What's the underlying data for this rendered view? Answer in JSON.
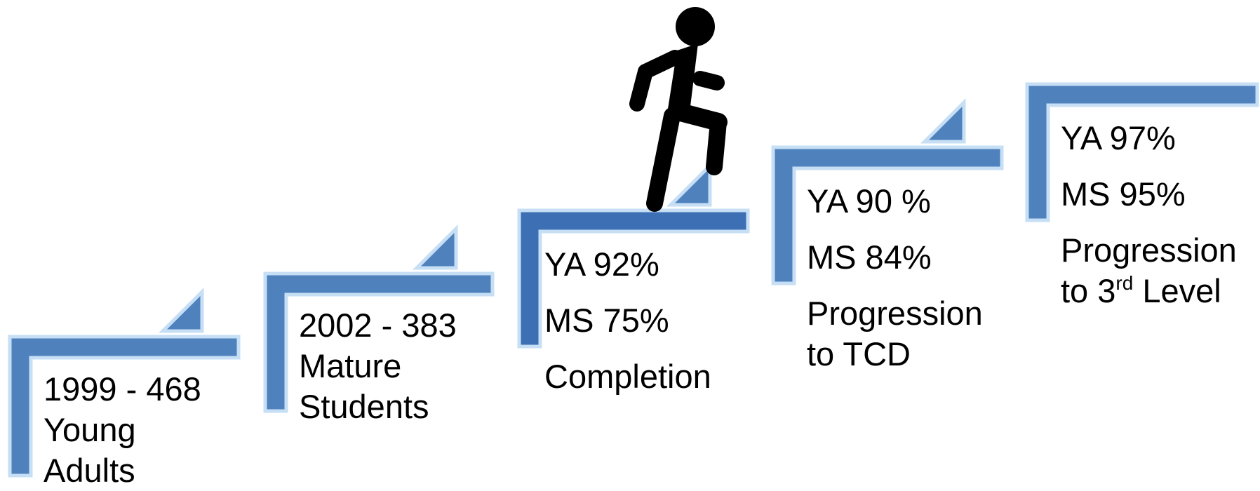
{
  "colors": {
    "step_fill": "#4f81bd",
    "step_highlight": "#3d6fb4",
    "step_outline": "#c6dff5",
    "figure": "#000000",
    "text": "#000000"
  },
  "figure_icon": "person-climbing-stairs-icon",
  "steps": [
    {
      "lines": [
        "1999  - 468",
        "Young",
        "Adults"
      ]
    },
    {
      "lines": [
        "2002 - 383",
        "Mature",
        "Students"
      ]
    },
    {
      "ya": "YA 92%",
      "ms": "MS 75%",
      "label": "Completion"
    },
    {
      "ya": "YA 90 %",
      "ms": "MS 84%",
      "label_line1": "Progression",
      "label_line2": "to TCD"
    },
    {
      "ya": "YA 97%",
      "ms": "MS 95%",
      "label_line1": "Progression",
      "label_prefix": "to 3",
      "label_sup": "rd",
      "label_suffix": " Level"
    }
  ]
}
